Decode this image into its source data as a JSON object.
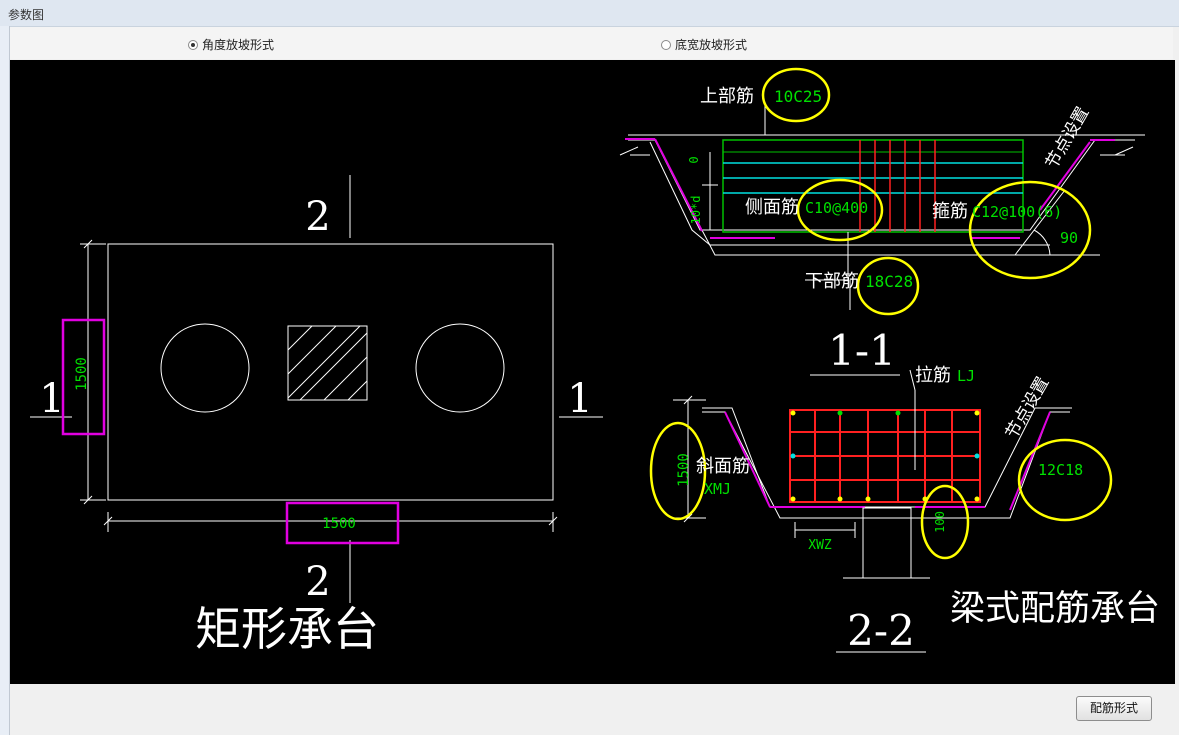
{
  "window": {
    "title": "参数图"
  },
  "options": {
    "angle_slope": {
      "label": "角度放坡形式",
      "selected": true
    },
    "base_width_slope": {
      "label": "底宽放坡形式",
      "selected": false
    }
  },
  "drawing": {
    "left": {
      "caption": "矩形承台",
      "dim_width": "1500",
      "dim_height": "1500",
      "section_mark_2_top": "2",
      "section_mark_2_bottom": "2",
      "section_mark_1_left": "1",
      "section_mark_1_right": "1"
    },
    "section_1_1": {
      "label": "1-1",
      "top_rebar_label": "上部筋",
      "top_rebar_value": "10C25",
      "side_rebar_label": "侧面筋",
      "side_rebar_value": "C10@400",
      "stirrup_label": "箍筋",
      "stirrup_value": "C12@100(6)",
      "bottom_rebar_label": "下部筋",
      "bottom_rebar_value": "18C28",
      "node_setting": "节点设置",
      "angle": "90",
      "dim_0": "0",
      "dim_10d": "10*d"
    },
    "section_2_2": {
      "label": "2-2",
      "caption": "梁式配筋承台",
      "tie_label": "拉筋",
      "tie_value": "LJ",
      "slope_label": "斜面筋",
      "slope_value": "XMJ",
      "node_setting": "节点设置",
      "rebar_value": "12C18",
      "dim_height": "1500",
      "dim_100": "100",
      "xwz": "XWZ"
    }
  },
  "footer": {
    "button_label": "配筋形式"
  },
  "colors": {
    "background": "#000000",
    "line": "#ffffff",
    "dim_text": "#00e000",
    "highlight_magenta": "#e000e0",
    "highlight_yellow": "#ffff00",
    "rebar_red": "#ff2020",
    "rebar_cyan": "#00e0e0",
    "rebar_green": "#00c000"
  }
}
